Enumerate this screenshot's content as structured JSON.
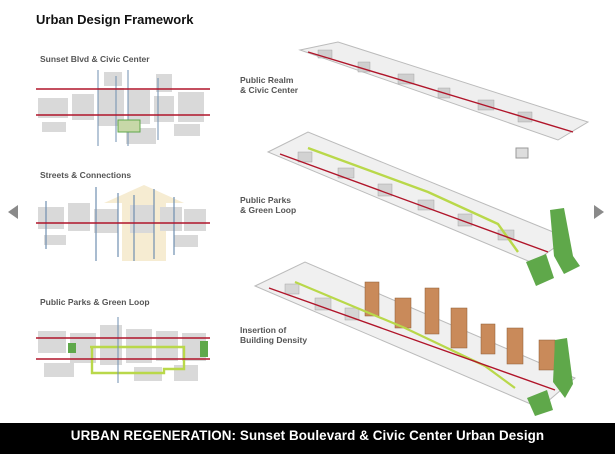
{
  "title": "Urban Design Framework",
  "panels": [
    {
      "label": "Sunset Blvd & Civic Center"
    },
    {
      "label": "Streets & Connections"
    },
    {
      "label": "Public Parks & Green Loop"
    }
  ],
  "layers": [
    {
      "label_line1": "Public Realm",
      "label_line2": "& Civic Center"
    },
    {
      "label_line1": "Public Parks",
      "label_line2": "& Green Loop"
    },
    {
      "label_line1": "Insertion of",
      "label_line2": "Building Density"
    }
  ],
  "caption": "URBAN REGENERATION: Sunset Boulevard & Civic Center Urban Design",
  "icons": {
    "prev": "arrow-left-icon",
    "next": "arrow-right-icon"
  },
  "colors": {
    "boulevard": "#b0152a",
    "park": "#5fa84a",
    "greenloop": "#b9d84a",
    "street": "#6f8fb0",
    "density": "#c98a5a"
  }
}
